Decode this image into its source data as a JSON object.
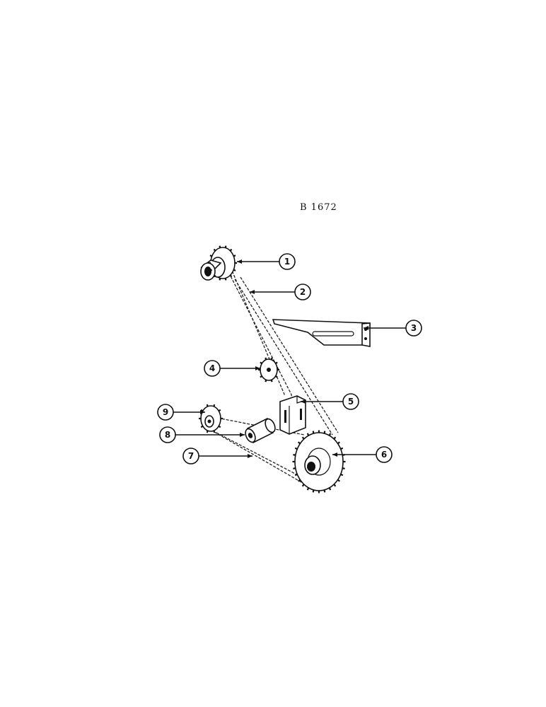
{
  "figure": {
    "code": "B 1672"
  },
  "callouts": [
    {
      "number": "1",
      "part": "sprocket-hub"
    },
    {
      "number": "2",
      "part": "upper-chain"
    },
    {
      "number": "3",
      "part": "slotted-bracket"
    },
    {
      "number": "4",
      "part": "small-idler-sprocket"
    },
    {
      "number": "5",
      "part": "channel-bracket"
    },
    {
      "number": "6",
      "part": "large-sprocket"
    },
    {
      "number": "7",
      "part": "lower-chain"
    },
    {
      "number": "8",
      "part": "spacer-sleeve"
    },
    {
      "number": "9",
      "part": "small-drive-sprocket"
    }
  ]
}
